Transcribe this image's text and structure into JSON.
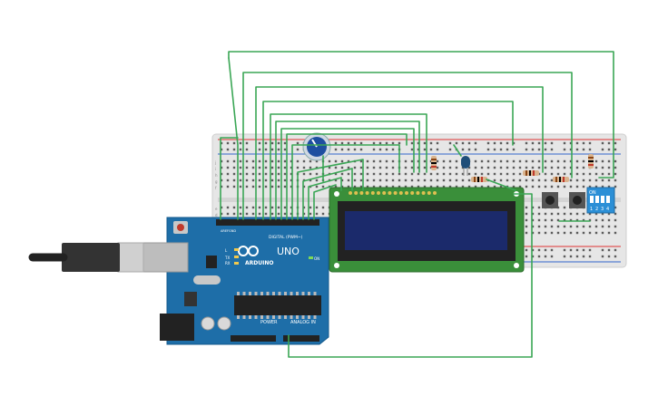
{
  "arduino": {
    "brand": "ARDUINO",
    "model": "UNO",
    "digital_header": "DIGITAL (PWM~)",
    "power_label": "POWER",
    "analog_label": "ANALOG IN",
    "on_label": "ON",
    "tx_label": "TX",
    "rx_label": "RX",
    "l_label": "L",
    "aref_label": "AREF",
    "gnd_label": "GND"
  },
  "breadboard": {
    "row_letters_left": [
      "j",
      "i",
      "h",
      "g",
      "f",
      "e",
      "d",
      "c",
      "b",
      "a"
    ]
  },
  "dip_switch": {
    "on_label": "ON",
    "positions": [
      "1",
      "2",
      "3",
      "4"
    ]
  },
  "colors": {
    "wire": "#3aa655",
    "board": "#1e6ea8",
    "breadboard": "#e8e8e8",
    "lcd_pcb": "#3a8f3a",
    "lcd_screen": "#1a2a6e",
    "dip": "#2b8fd6"
  }
}
